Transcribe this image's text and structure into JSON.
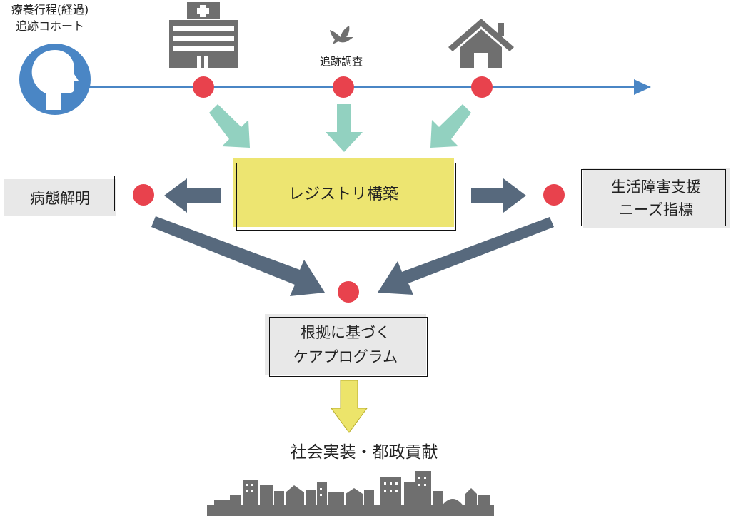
{
  "cohort": {
    "line1": "療養行程(経過)",
    "line2": "追跡コホート"
  },
  "follow_up": {
    "label": "追跡調査"
  },
  "registry": {
    "label": "レジストリ構築"
  },
  "pathology": {
    "label": "病態解明"
  },
  "needs": {
    "line1": "生活障害支援",
    "line2": "ニーズ指標"
  },
  "program": {
    "line1": "根拠に基づく",
    "line2": "ケアプログラム"
  },
  "social": {
    "label": "社会実装・都政貢献"
  },
  "colors": {
    "timeline_blue": "#4a86c5",
    "node_red": "#e8424d",
    "teal_arrow": "#92d1c0",
    "slate_arrow": "#57697d",
    "yellow_box": "#ede571",
    "yellow_arrow": "#ece46a",
    "icon_gray": "#6f6f6f",
    "box_gray": "#e8e8e8"
  },
  "icons": [
    "person-head-icon",
    "hospital-icon",
    "bird-icon",
    "house-icon",
    "city-skyline-icon"
  ]
}
